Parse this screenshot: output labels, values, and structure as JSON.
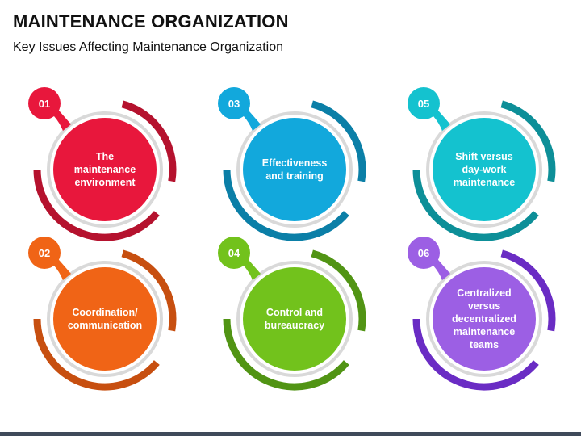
{
  "title": "MAINTENANCE ORGANIZATION",
  "subtitle": "Key Issues Affecting Maintenance Organization",
  "items": [
    {
      "number": "01",
      "label": "The\nmaintenance\nenvironment",
      "color": "#e8173c",
      "dark": "#b5122e"
    },
    {
      "number": "02",
      "label": "Coordination/\ncommunication",
      "color": "#f06416",
      "dark": "#c74f10"
    },
    {
      "number": "03",
      "label": "Effectiveness\nand training",
      "color": "#12a8dc",
      "dark": "#0b7fa7"
    },
    {
      "number": "04",
      "label": "Control and\nbureaucracy",
      "color": "#72c21c",
      "dark": "#519414"
    },
    {
      "number": "05",
      "label": "Shift versus\nday-work\nmaintenance",
      "color": "#14c2cf",
      "dark": "#0d8f98"
    },
    {
      "number": "06",
      "label": "Centralized versus\ndecentralized\nmaintenance\nteams",
      "color": "#9c5fe4",
      "dark": "#6a2cc4"
    }
  ],
  "colors": {
    "title_text": "#111111",
    "footer": "#3f4a5a"
  }
}
